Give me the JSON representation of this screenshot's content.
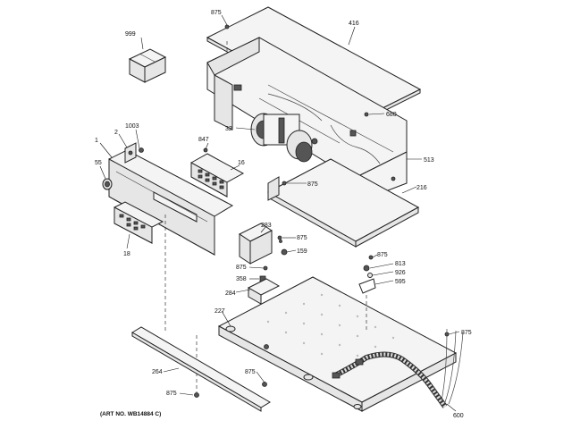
{
  "diagram": {
    "art_number": "(ART NO. WB14884 C)",
    "part_labels": {
      "p875_top": "875",
      "p416": "416",
      "p999": "999",
      "p680": "680",
      "p1003": "1003",
      "p847": "847",
      "p32": "32",
      "p513": "513",
      "p1": "1",
      "p2": "2",
      "p16": "16",
      "p55": "55",
      "p875_mid": "875",
      "p216": "216",
      "p18": "18",
      "p283": "283",
      "p875_b": "875",
      "p159": "159",
      "p875_c": "875",
      "p813": "813",
      "p926": "926",
      "p595": "595",
      "p875_d": "875",
      "p358": "358",
      "p284": "284",
      "p227": "227",
      "p875_e": "875",
      "p264": "264",
      "p875_f": "875",
      "p875_g": "875",
      "p600": "600"
    }
  }
}
